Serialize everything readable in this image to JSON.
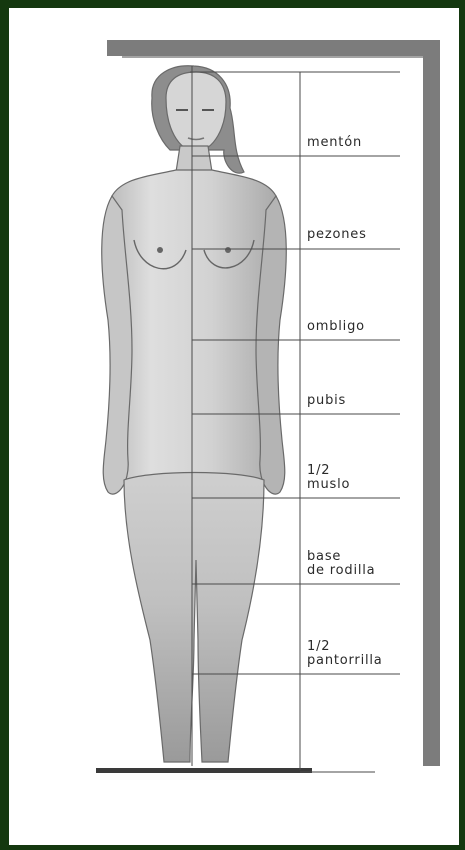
{
  "diagram": {
    "labels": [
      {
        "id": "menton",
        "text": "mentón"
      },
      {
        "id": "pezones",
        "text": "pezones"
      },
      {
        "id": "ombligo",
        "text": "ombligo"
      },
      {
        "id": "pubis",
        "text": "pubis"
      },
      {
        "id": "medio-muslo",
        "text": "1/2\nmuslo"
      },
      {
        "id": "base-rodilla",
        "text": "base\nde rodilla"
      },
      {
        "id": "media-pantorrilla",
        "text": "1/2\npantorrilla"
      }
    ]
  }
}
